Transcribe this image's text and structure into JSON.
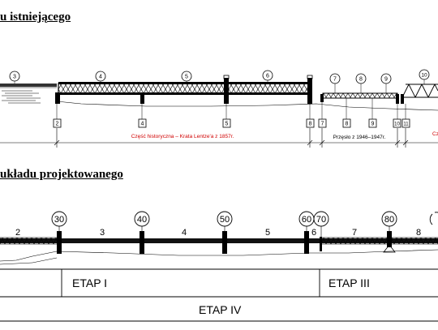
{
  "headings": {
    "existing": "u istniejącego",
    "designed": "układu projektowanego"
  },
  "existing": {
    "span_numbers": [
      "3",
      "4",
      "5",
      "6",
      "7",
      "8",
      "9",
      "10"
    ],
    "pier_numbers": [
      "2",
      "4",
      "5",
      "8",
      "7",
      "8",
      "9",
      "10",
      "11"
    ],
    "annotations": {
      "historic": "Część historyczna – Krata Lentze'a z 1857r.",
      "span_1946": "Przęsło z 1946–1947r.",
      "cut": "Cz"
    }
  },
  "designed": {
    "span_numbers": [
      "2",
      "3",
      "4",
      "5",
      "6",
      "7",
      "8"
    ],
    "pier_numbers": [
      "30",
      "40",
      "50",
      "60",
      "70",
      "80"
    ],
    "stages": {
      "etap1": "ETAP I",
      "etap3": "ETAP III",
      "etap4": "ETAP IV"
    }
  },
  "colors": {
    "line": "#000000",
    "annotation": "#d00000"
  }
}
